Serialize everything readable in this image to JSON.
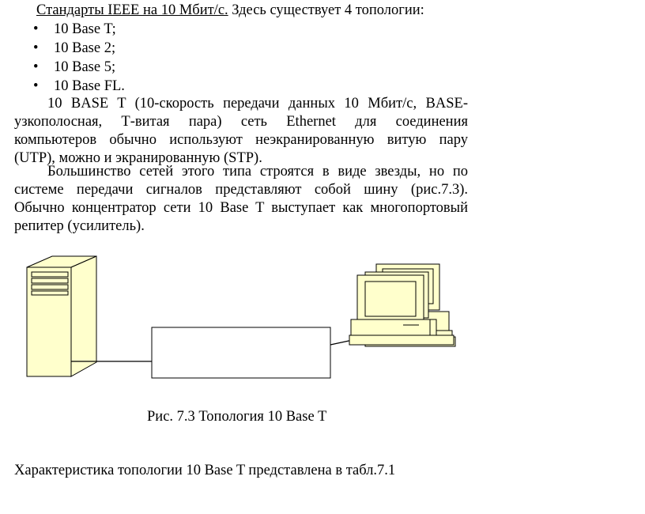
{
  "intro": {
    "underlined": "Стандарты IEEE на 10 Мбит/с.",
    "rest": " Здесь существует 4 топологии:"
  },
  "bullet_symbol": "•",
  "topologies": [
    "10 Base T;",
    "10 Base 2;",
    "10 Base 5;",
    "10 Base FL."
  ],
  "para1": [
    "10 BASE T (10-скорость передачи данных 10 Мбит/с, BASE-",
    "узкополосная, Т-витая пара) сеть Ethernet для соединения",
    "компьютеров обычно используют неэкранированную витую пару",
    "(UTP), можно и экранированную (STP)."
  ],
  "para2": [
    "Большинство сетей этого типа строятся в виде звезды, но по",
    "системе передачи сигналов представляют собой шину (рис.7.3).",
    "Обычно концентратор сети 10 Base T выступает как многопортовый",
    "репитер (усилитель)."
  ],
  "figure": {
    "caption": "Рис. 7.3 Топология 10 Base T",
    "colors": {
      "device_fill": "#ffffcc",
      "stroke": "#000000"
    },
    "icons": [
      "server-tower-icon",
      "hub-box",
      "desktop-computer-icon"
    ]
  },
  "footer": "Характеристика топологии 10 Base T представлена в табл.7.1"
}
